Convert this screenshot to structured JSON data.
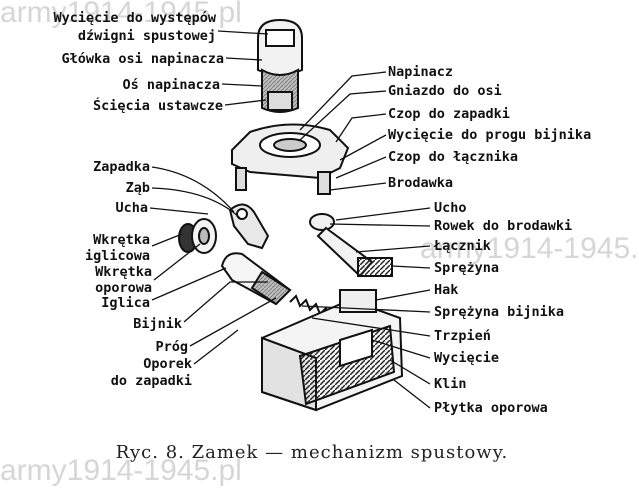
{
  "watermark": "army1914-1945.pl",
  "labels_left": [
    "Wycięcie do występów",
    "dźwigni spustowej",
    "Główka osi napinacza",
    "Oś napinacza",
    "Ścięcia ustawcze",
    "Zapadka",
    "Ząb",
    "Ucha",
    "Wkrętka",
    "iglicowa",
    "Wkrętka",
    "oporowa",
    "Iglica",
    "Bijnik",
    "Próg",
    "Oporek",
    "do zapadki"
  ],
  "labels_right": [
    "Napinacz",
    "Gniazdo do osi",
    "Czop do zapadki",
    "Wycięcie do progu bijnika",
    "Czop do łącznika",
    "Brodawka",
    "Ucho",
    "Rowek do brodawki",
    "Łącznik",
    "Sprężyna",
    "Hak",
    "Sprężyna bijnika",
    "Trzpień",
    "Wycięcie",
    "Klin",
    "Płytka oporowa"
  ],
  "caption": "Ryc. 8. Zamek — mechanizm spustowy."
}
